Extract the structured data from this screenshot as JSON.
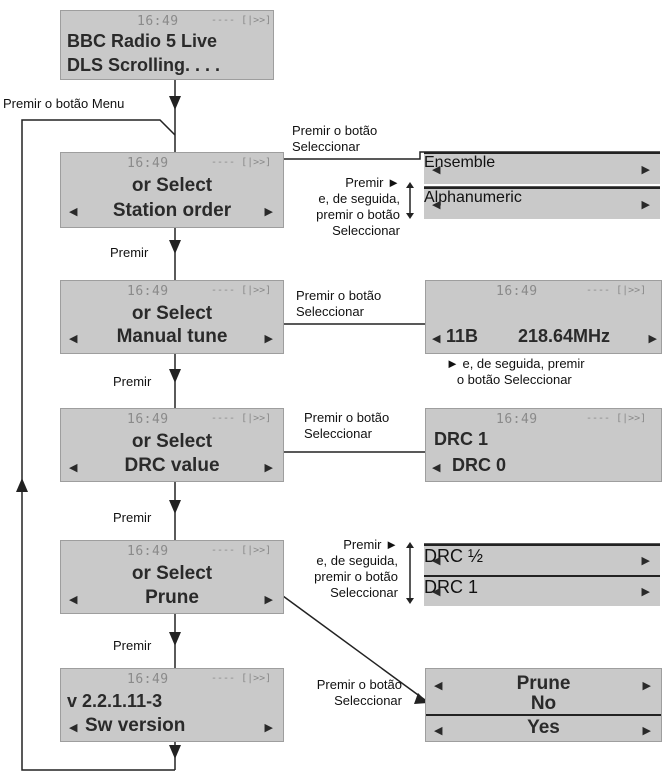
{
  "time": "16:49",
  "signal": "---- [|>>]",
  "start_screen": {
    "line1": "BBC Radio 5 Live",
    "line2": "DLS Scrolling. . . ."
  },
  "menu_label": "Premir o botão Menu",
  "premir": "Premir",
  "or_select": "or Select",
  "steps": {
    "station_order": {
      "item": "Station order",
      "action": [
        "Premir o botão",
        "Seleccionar"
      ],
      "options": [
        "Ensemble",
        "Alphanumeric"
      ],
      "toggle_note": [
        "Premir ►",
        "e, de seguida,",
        "premir o botão",
        "Seleccionar"
      ]
    },
    "manual_tune": {
      "item": "Manual tune",
      "action": [
        "Premir o botão",
        "Seleccionar"
      ],
      "result_channel": "11B",
      "result_freq": "218.64MHz",
      "note": [
        "► e, de seguida, premir",
        "o botão Seleccionar"
      ]
    },
    "drc_value": {
      "item": "DRC value",
      "action": [
        "Premir o botão",
        "Seleccionar"
      ],
      "result_line1": "DRC 1",
      "result_line2": "DRC 0"
    },
    "prune": {
      "item": "Prune",
      "options": [
        "DRC ½",
        "DRC 1"
      ],
      "toggle_note": [
        "Premir ►",
        "e, de seguida,",
        "premir o botão",
        "Seleccionar"
      ],
      "action": [
        "Premir o botão",
        "Seleccionar"
      ],
      "result_title": "Prune",
      "result_no": "No",
      "result_yes": "Yes"
    },
    "sw_version": {
      "version": "v 2.2.1.11-3",
      "item": "Sw version"
    }
  }
}
